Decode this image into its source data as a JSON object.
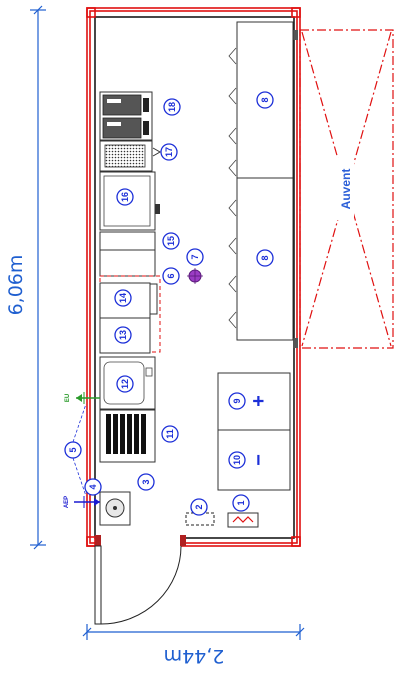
{
  "dimensions": {
    "length": "6,06m",
    "width": "2,44m"
  },
  "awning": {
    "label": "Auvent"
  },
  "connections": {
    "eu": "EU",
    "aep": "AEP"
  },
  "markers": {
    "m1": "1",
    "m2": "2",
    "m3": "3",
    "m4": "4",
    "m5": "5",
    "m6": "6",
    "m7": "7",
    "m8a": "8",
    "m8b": "8",
    "m9": "9",
    "m10": "10",
    "m11": "11",
    "m12": "12",
    "m13": "13",
    "m14": "14",
    "m15": "15",
    "m16": "16",
    "m17": "17",
    "m18": "18"
  },
  "fridges": {
    "plus": "+",
    "minus": "−"
  },
  "colors": {
    "walls": "#e01010",
    "markers": "#1c2fd8",
    "dimensions": "#1f5fd0",
    "eu": "#2a9a2a",
    "aep": "#1a1ad0"
  }
}
